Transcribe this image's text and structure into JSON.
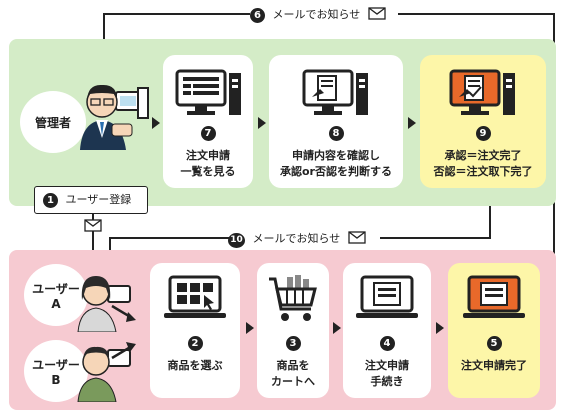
{
  "notifications": {
    "top": {
      "num": "6",
      "label": "メールでお知らせ"
    },
    "middle": {
      "num": "10",
      "label": "メールでお知らせ"
    }
  },
  "admin": {
    "label": "管理者",
    "steps": [
      {
        "num": "7",
        "lines": [
          "注文申請",
          "一覧を見る"
        ]
      },
      {
        "num": "8",
        "lines": [
          "申請内容を確認し",
          "承認or否認を判断する"
        ]
      },
      {
        "num": "9",
        "lines": [
          "承認＝注文完了",
          "否認＝注文取下完了"
        ]
      }
    ]
  },
  "register": {
    "num": "1",
    "label": "ユーザー登録"
  },
  "users": {
    "a": {
      "label_line1": "ユーザー",
      "label_line2": "A"
    },
    "b": {
      "label_line1": "ユーザー",
      "label_line2": "B"
    },
    "steps": [
      {
        "num": "2",
        "lines": [
          "商品を選ぶ"
        ]
      },
      {
        "num": "3",
        "lines": [
          "商品を",
          "カートへ"
        ]
      },
      {
        "num": "4",
        "lines": [
          "注文申請",
          "手続き"
        ]
      },
      {
        "num": "5",
        "lines": [
          "注文申請完了"
        ]
      }
    ]
  },
  "colors": {
    "admin_band": "#d4ecc7",
    "user_band": "#f6cad1",
    "highlight": "#fdf6a8",
    "accent": "#e8692a"
  }
}
